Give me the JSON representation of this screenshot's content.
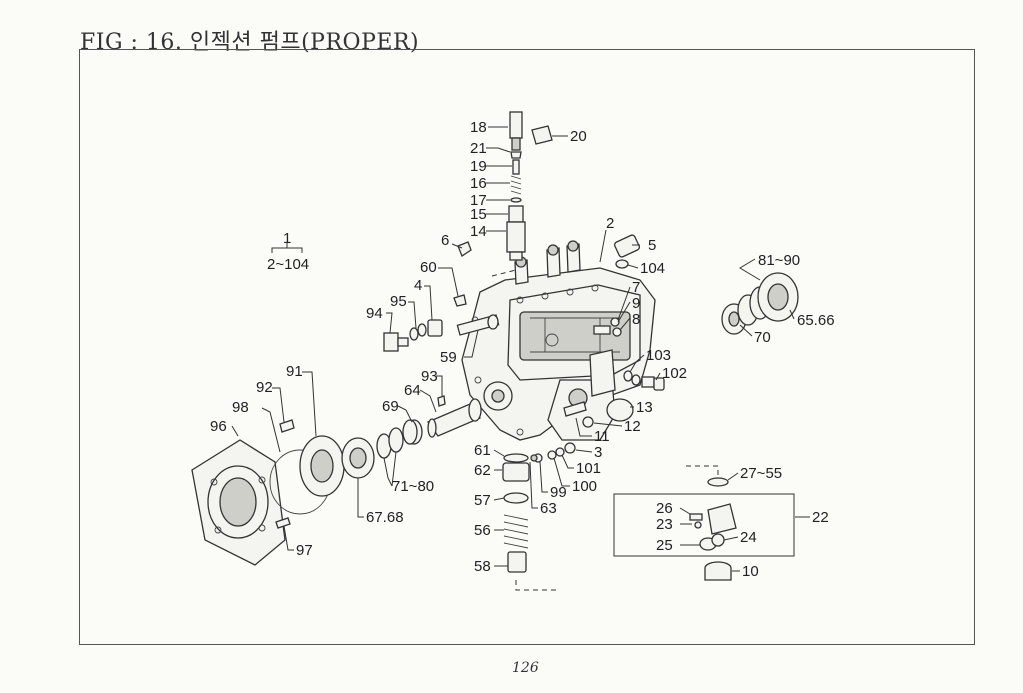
{
  "header": {
    "title": "FIG : 16. 인젝션 펌프(PROPER)"
  },
  "footer": {
    "page_number": "126"
  },
  "assembly_ref": {
    "number": "1",
    "range": "2~104"
  },
  "callouts": [
    {
      "id": "c18",
      "label": "18"
    },
    {
      "id": "c20",
      "label": "20"
    },
    {
      "id": "c21",
      "label": "21"
    },
    {
      "id": "c19",
      "label": "19"
    },
    {
      "id": "c16",
      "label": "16"
    },
    {
      "id": "c17",
      "label": "17"
    },
    {
      "id": "c15",
      "label": "15"
    },
    {
      "id": "c14",
      "label": "14"
    },
    {
      "id": "c2",
      "label": "2"
    },
    {
      "id": "c6",
      "label": "6"
    },
    {
      "id": "c5",
      "label": "5"
    },
    {
      "id": "c104",
      "label": "104"
    },
    {
      "id": "c60",
      "label": "60"
    },
    {
      "id": "c4",
      "label": "4"
    },
    {
      "id": "c95",
      "label": "95"
    },
    {
      "id": "c94",
      "label": "94"
    },
    {
      "id": "c7",
      "label": "7"
    },
    {
      "id": "c9",
      "label": "9"
    },
    {
      "id": "c8",
      "label": "8"
    },
    {
      "id": "c81",
      "label": "81~90"
    },
    {
      "id": "c65",
      "label": "65.66"
    },
    {
      "id": "c70",
      "label": "70"
    },
    {
      "id": "c59",
      "label": "59"
    },
    {
      "id": "c103",
      "label": "103"
    },
    {
      "id": "c102",
      "label": "102"
    },
    {
      "id": "c91",
      "label": "91"
    },
    {
      "id": "c93",
      "label": "93"
    },
    {
      "id": "c64",
      "label": "64"
    },
    {
      "id": "c92",
      "label": "92"
    },
    {
      "id": "c98",
      "label": "98"
    },
    {
      "id": "c69",
      "label": "69"
    },
    {
      "id": "c13",
      "label": "13"
    },
    {
      "id": "c12",
      "label": "12"
    },
    {
      "id": "c96",
      "label": "96"
    },
    {
      "id": "c11",
      "label": "11"
    },
    {
      "id": "c61",
      "label": "61"
    },
    {
      "id": "c3",
      "label": "3"
    },
    {
      "id": "c101",
      "label": "101"
    },
    {
      "id": "c62",
      "label": "62"
    },
    {
      "id": "c71",
      "label": "71~80"
    },
    {
      "id": "c100",
      "label": "100"
    },
    {
      "id": "c99",
      "label": "99"
    },
    {
      "id": "c27",
      "label": "27~55"
    },
    {
      "id": "c57",
      "label": "57"
    },
    {
      "id": "c63",
      "label": "63"
    },
    {
      "id": "c67",
      "label": "67.68"
    },
    {
      "id": "c26",
      "label": "26"
    },
    {
      "id": "c22",
      "label": "22"
    },
    {
      "id": "c23",
      "label": "23"
    },
    {
      "id": "c56",
      "label": "56"
    },
    {
      "id": "c25",
      "label": "25"
    },
    {
      "id": "c24",
      "label": "24"
    },
    {
      "id": "c97",
      "label": "97"
    },
    {
      "id": "c58",
      "label": "58"
    },
    {
      "id": "c10",
      "label": "10"
    }
  ]
}
